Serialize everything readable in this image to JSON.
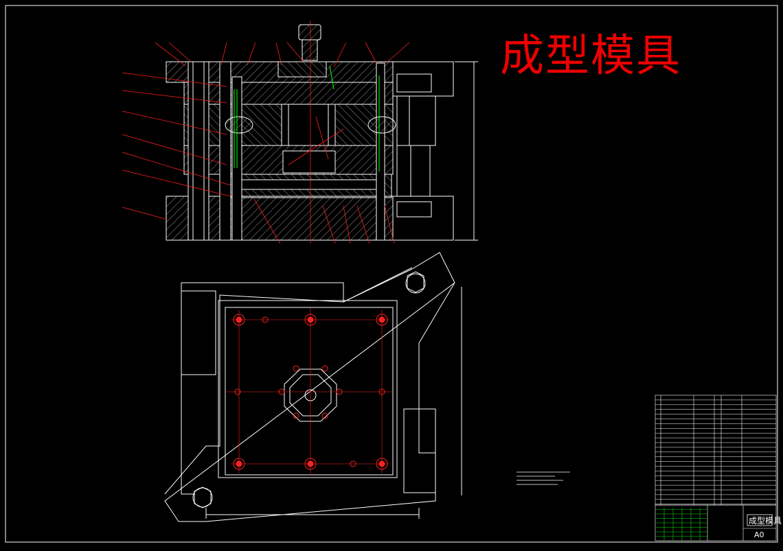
{
  "title": "成型模具",
  "title_block": {
    "drawing_name": "成型模具",
    "sheet_size": "A0"
  },
  "colors": {
    "background": "#000000",
    "outline": "#ffffff",
    "leader": "#ff2020",
    "centerline": "#ff2020",
    "accent": "#00e000",
    "title": "#ee0000"
  }
}
